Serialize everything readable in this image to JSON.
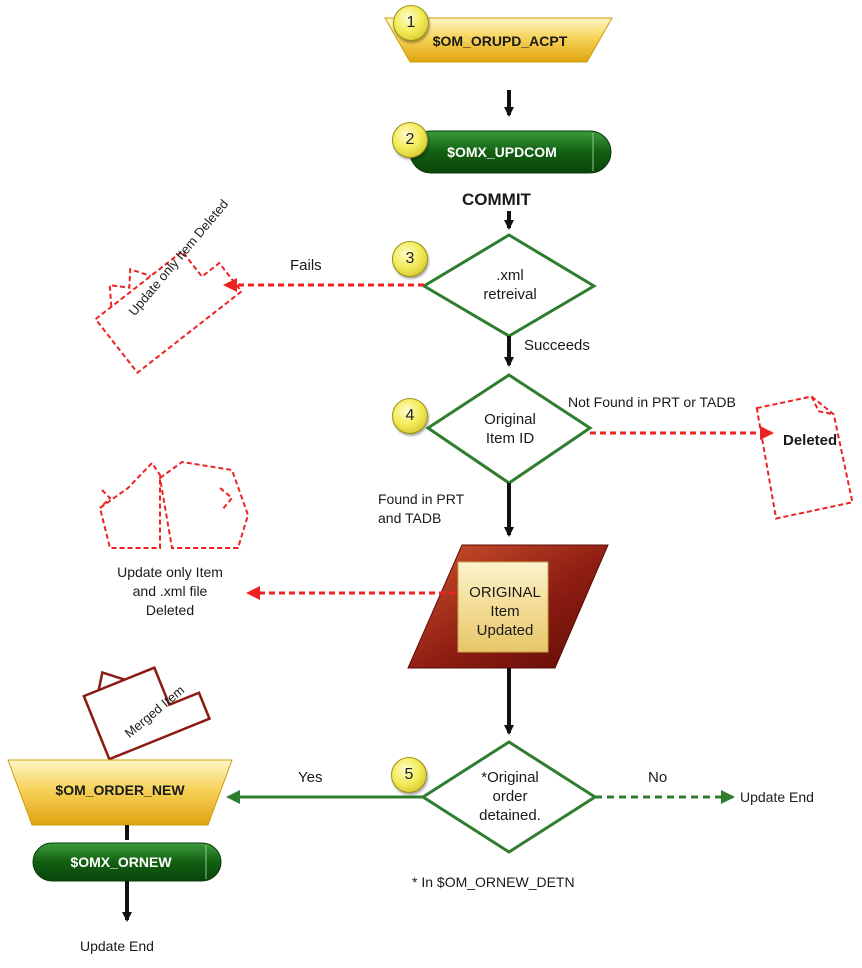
{
  "steps": [
    {
      "num": "1",
      "label": "$OM_ORUPD_ACPT"
    },
    {
      "num": "2",
      "label": "$OMX_UPDCOM"
    },
    {
      "num": "3",
      "label_lines": [
        ".xml",
        "retreival"
      ]
    },
    {
      "num": "4",
      "label_lines": [
        "Original",
        "Item ID"
      ]
    },
    {
      "num": "5",
      "label_lines": [
        "*Original",
        "order",
        "detained."
      ]
    }
  ],
  "commit_label": "COMMIT",
  "original_item_updated": [
    "ORIGINAL",
    "Item",
    "Updated"
  ],
  "order_new_label": "$OM_ORDER_NEW",
  "omx_ornew_label": "$OMX_ORNEW",
  "edges": {
    "fails": "Fails",
    "succeeds": "Succeeds",
    "not_found": "Not Found in PRT or TADB",
    "found_lines": [
      "Found in PRT",
      "and TADB"
    ],
    "yes": "Yes",
    "no": "No"
  },
  "documents": {
    "update_only_item_deleted": "Update only Item Deleted",
    "deleted": "Deleted",
    "update_item_xml_deleted": [
      "Update only Item",
      "and .xml file",
      "Deleted"
    ],
    "merged_item": "Merged Item"
  },
  "end_labels": {
    "right": "Update End",
    "bottom": "Update End"
  },
  "footnote": "* In $OM_ORNEW_DETN",
  "colors": {
    "green": "#2f7d2f",
    "dark_green": "#0f5a0f",
    "red_dashed": "#ee2222",
    "gold": "#f0c030",
    "maroon": "#8a1a12"
  }
}
